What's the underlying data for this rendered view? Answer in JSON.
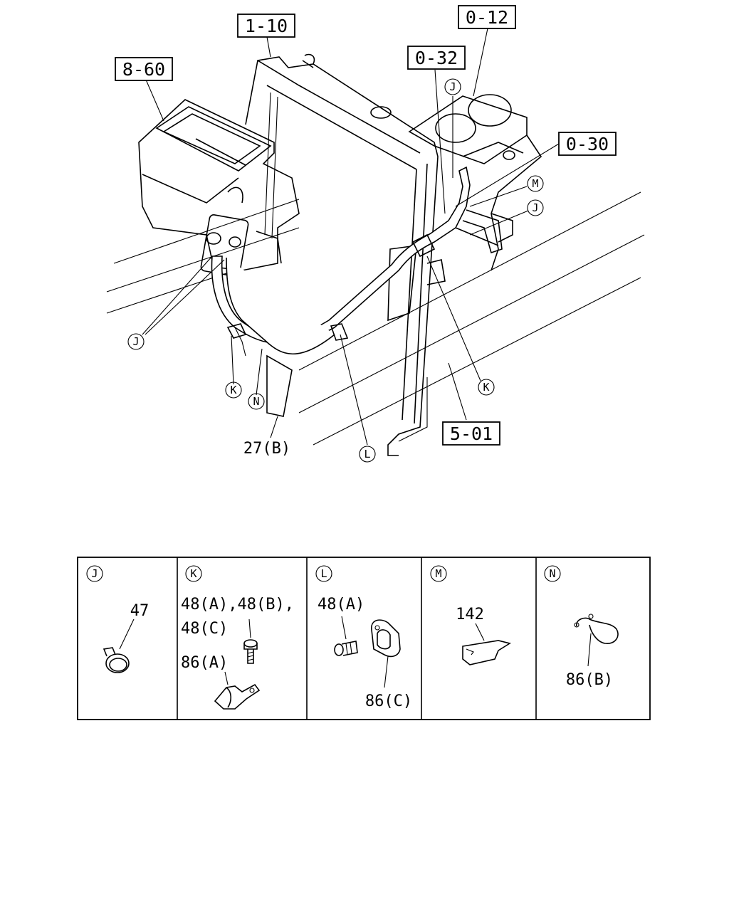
{
  "ref_boxes": [
    "1-10",
    "0-12",
    "8-60",
    "0-32",
    "0-30",
    "5-01"
  ],
  "main_labels": {
    "hose_part": "27(B)"
  },
  "callouts": [
    "J",
    "J",
    "J",
    "M",
    "K",
    "K",
    "N",
    "L"
  ],
  "detail_panels": [
    {
      "letter": "J",
      "parts": [
        "47"
      ]
    },
    {
      "letter": "K",
      "parts": [
        "48(A),48(B),",
        "48(C)",
        "86(A)"
      ]
    },
    {
      "letter": "L",
      "parts": [
        "48(A)",
        "86(C)"
      ]
    },
    {
      "letter": "M",
      "parts": [
        "142"
      ]
    },
    {
      "letter": "N",
      "parts": [
        "86(B)"
      ]
    }
  ]
}
